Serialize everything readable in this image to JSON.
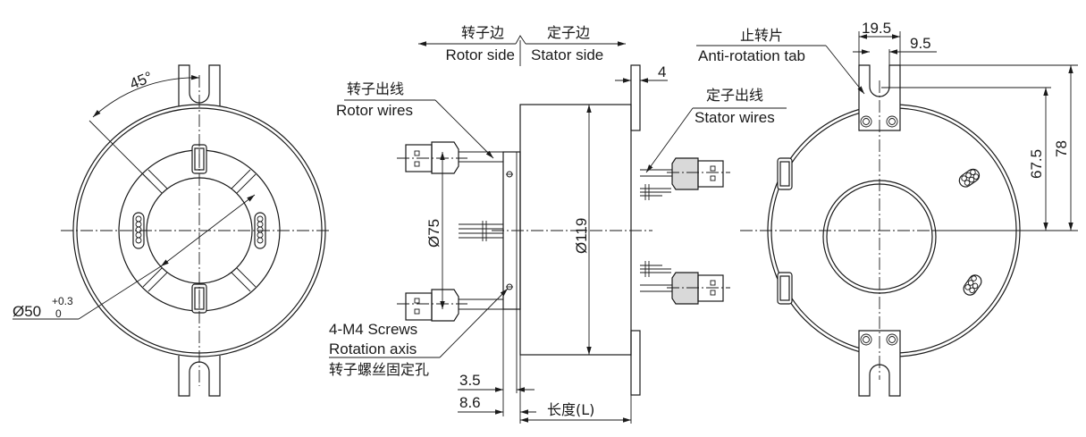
{
  "drawing": {
    "left_view": {
      "angle_label": "45°",
      "bore_label": "Ø50",
      "tol_upper": "+0.3",
      "tol_lower": "0"
    },
    "side_view": {
      "rotor_side_zh": "转子边",
      "rotor_side_en": "Rotor side",
      "stator_side_zh": "定子边",
      "stator_side_en": "Stator side",
      "rotor_wires_zh": "转子出线",
      "rotor_wires_en": "Rotor wires",
      "stator_wires_zh": "定子出线",
      "stator_wires_en": "Stator wires",
      "flange_thickness": "4",
      "dia_rotor": "Ø75",
      "dia_body": "Ø119",
      "screws_en": "4-M4 Screws",
      "rotation_axis_en": "Rotation axis",
      "screws_zh": "转子螺丝固定孔",
      "dim_a": "3.5",
      "dim_b": "8.6",
      "length_label": "长度(L)"
    },
    "right_view": {
      "tab_zh": "止转片",
      "tab_en": "Anti-rotation tab",
      "tab_width": "19.5",
      "slot_width": "9.5",
      "slot_height": "67.5",
      "tab_height": "78"
    }
  }
}
